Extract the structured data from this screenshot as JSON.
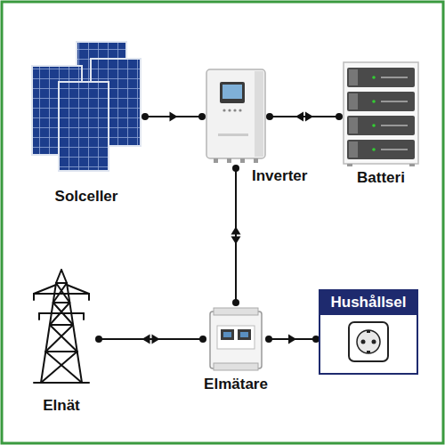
{
  "diagram": {
    "nodes": [
      {
        "text": [
          "Solceller"
        ]
      },
      {
        "text": [
          "Inverter"
        ]
      },
      {
        "text": [
          "Batteri"
        ]
      },
      {
        "text": [
          "Elnät"
        ]
      },
      {
        "text": [
          "Elmätare"
        ]
      },
      {
        "text": [
          "Hushållsel"
        ]
      }
    ],
    "edges": [
      {
        "from": 0,
        "to": 1,
        "arrow": "to"
      },
      {
        "from": 1,
        "to": 2,
        "arrow": "both"
      },
      {
        "from": 1,
        "to": 4,
        "arrow": "both"
      },
      {
        "from": 3,
        "to": 4,
        "arrow": "both"
      },
      {
        "from": 4,
        "to": 5,
        "arrow": "to"
      }
    ]
  }
}
